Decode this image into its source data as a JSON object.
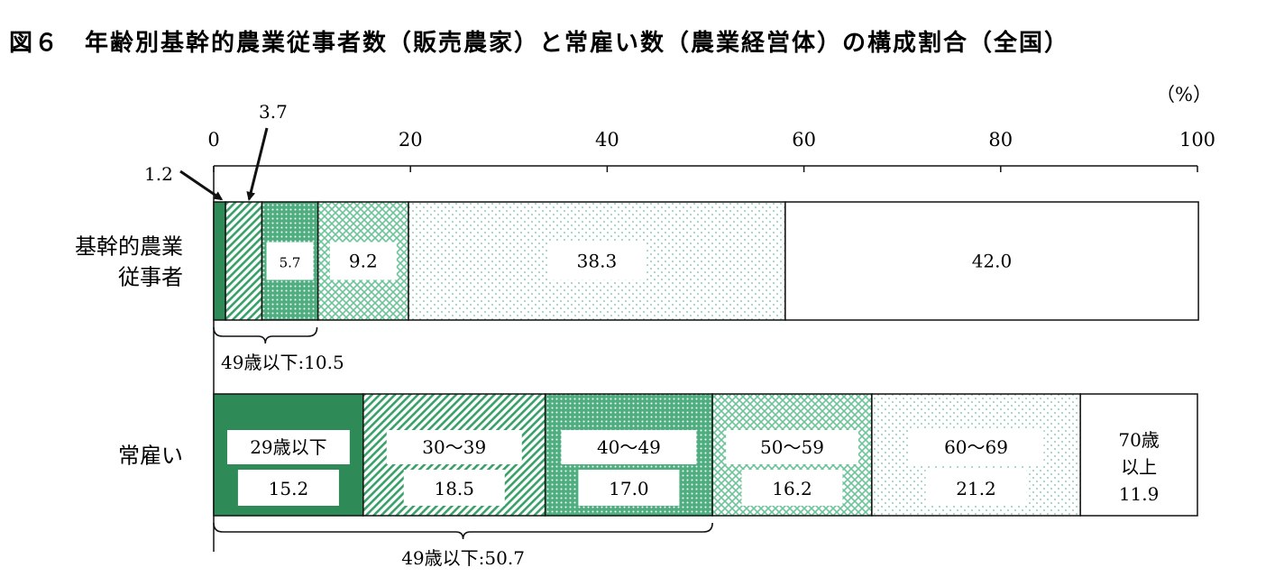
{
  "chart_data": {
    "type": "bar",
    "orientation": "horizontal",
    "stacked": true,
    "title": "図６　年齢別基幹的農業従事者数（販売農家）と常雇い数（農業経営体）の構成割合（全国）",
    "unit": "（%）",
    "xlim": [
      0,
      100
    ],
    "xticks": [
      "0",
      "20",
      "40",
      "60",
      "80",
      "100"
    ],
    "categories": [
      "基幹的農業従事者",
      "常雇い"
    ],
    "category_lines": [
      [
        "基幹的農業",
        "従事者"
      ],
      [
        "常雇い"
      ]
    ],
    "series": [
      {
        "name": "29歳以下",
        "values": [
          1.2,
          15.2
        ],
        "color": "#2e8b57",
        "pattern": "solid"
      },
      {
        "name": "30～39",
        "values": [
          3.7,
          18.5
        ],
        "color": "#3aa06a",
        "pattern": "diagonal"
      },
      {
        "name": "40～49",
        "values": [
          5.7,
          17.0
        ],
        "color": "#5ab88a",
        "pattern": "dots"
      },
      {
        "name": "50～59",
        "values": [
          9.2,
          16.2
        ],
        "color": "#6cc49a",
        "pattern": "crosshatch"
      },
      {
        "name": "60～69",
        "values": [
          38.3,
          21.2
        ],
        "color": "#8fd4b0",
        "pattern": "sparse-dots"
      },
      {
        "name": "70歳以上",
        "values": [
          42.0,
          11.9
        ],
        "color": "#ffffff",
        "pattern": "none"
      }
    ],
    "value_labels": [
      [
        "1.2",
        "3.7",
        "5.7",
        "9.2",
        "38.3",
        "42.0"
      ],
      [
        "15.2",
        "18.5",
        "17.0",
        "16.2",
        "21.2",
        "11.9"
      ]
    ],
    "series_labels_in_bar2": [
      [
        "29歳以下"
      ],
      [
        "30～39"
      ],
      [
        "40～49"
      ],
      [
        "50～59"
      ],
      [
        "60～69"
      ],
      [
        "70歳",
        "以上"
      ]
    ],
    "annotations": [
      {
        "text": "49歳以下:10.5",
        "bar": 0,
        "from": 0,
        "to": 10.5
      },
      {
        "text": "49歳以下:50.7",
        "bar": 1,
        "from": 0,
        "to": 50.7
      }
    ]
  }
}
